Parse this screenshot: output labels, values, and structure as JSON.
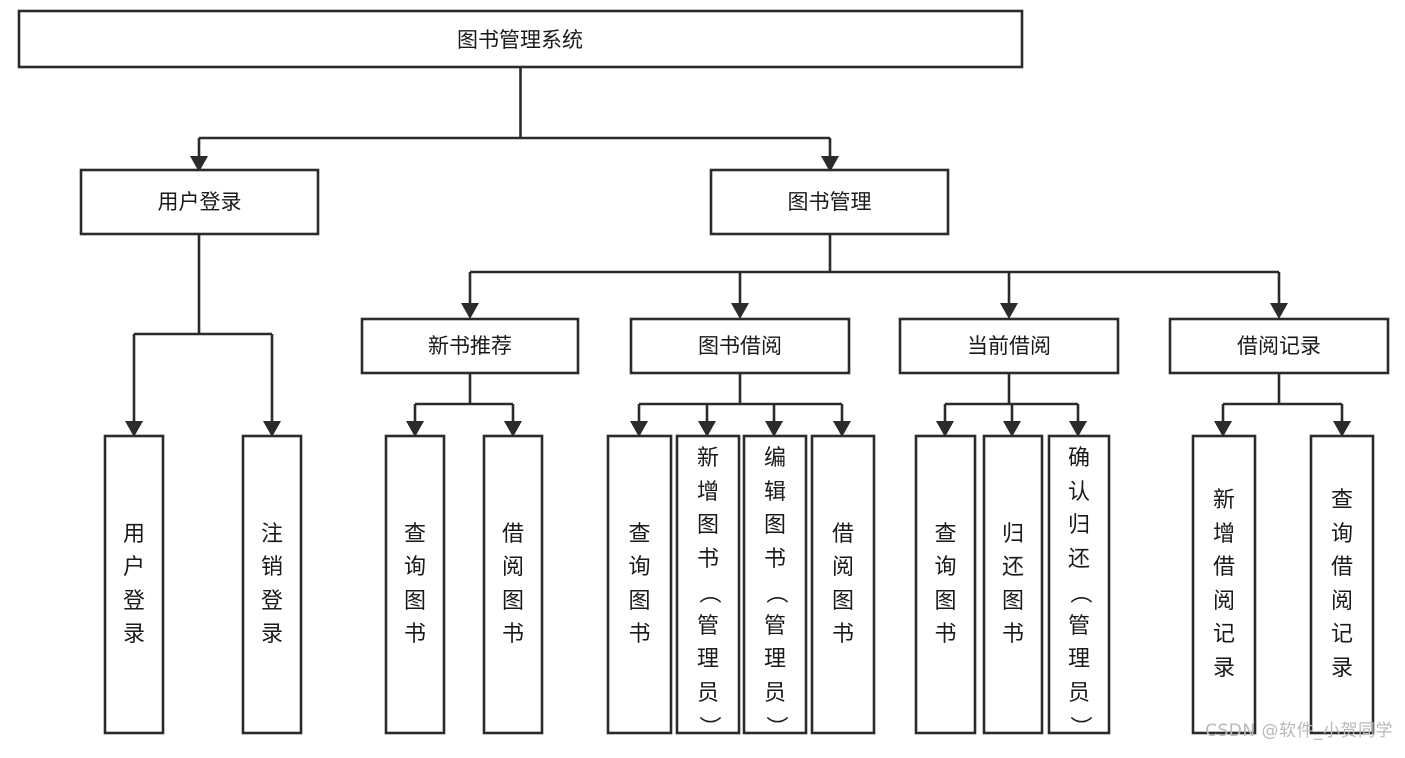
{
  "diagram": {
    "type": "tree-hierarchy",
    "title": "图书管理系统",
    "watermark": "CSDN @软件_小贺同学",
    "colors": {
      "box_stroke": "#2b2b2b",
      "box_fill": "#ffffff",
      "text": "#1a1a1a",
      "background": "#ffffff",
      "watermark": "#b9b9b9"
    },
    "levels": [
      {
        "level": 1,
        "nodes": [
          {
            "id": "root",
            "label": "图书管理系统",
            "orientation": "horizontal"
          }
        ]
      },
      {
        "level": 2,
        "nodes": [
          {
            "id": "user-login",
            "label": "用户登录",
            "orientation": "horizontal",
            "parent": "root"
          },
          {
            "id": "book-manage",
            "label": "图书管理",
            "orientation": "horizontal",
            "parent": "root"
          }
        ]
      },
      {
        "level": 3,
        "nodes": [
          {
            "id": "new-book-rec",
            "label": "新书推荐",
            "orientation": "horizontal",
            "parent": "book-manage"
          },
          {
            "id": "book-borrow",
            "label": "图书借阅",
            "orientation": "horizontal",
            "parent": "book-manage"
          },
          {
            "id": "current-borrow",
            "label": "当前借阅",
            "orientation": "horizontal",
            "parent": "book-manage"
          },
          {
            "id": "borrow-record",
            "label": "借阅记录",
            "orientation": "horizontal",
            "parent": "book-manage"
          }
        ]
      },
      {
        "level": 4,
        "nodes": [
          {
            "id": "leaf-user-login",
            "label": "用户登录",
            "orientation": "vertical",
            "parent": "user-login"
          },
          {
            "id": "leaf-logout",
            "label": "注销登录",
            "orientation": "vertical",
            "parent": "user-login"
          },
          {
            "id": "leaf-query-book-1",
            "label": "查询图书",
            "orientation": "vertical",
            "parent": "new-book-rec"
          },
          {
            "id": "leaf-borrow-book-1",
            "label": "借阅图书",
            "orientation": "vertical",
            "parent": "new-book-rec"
          },
          {
            "id": "leaf-query-book-2",
            "label": "查询图书",
            "orientation": "vertical",
            "parent": "book-borrow"
          },
          {
            "id": "leaf-add-book",
            "label": "新增图书（管理员）",
            "orientation": "vertical",
            "parent": "book-borrow"
          },
          {
            "id": "leaf-edit-book",
            "label": "编辑图书（管理员）",
            "orientation": "vertical",
            "parent": "book-borrow"
          },
          {
            "id": "leaf-borrow-book-2",
            "label": "借阅图书",
            "orientation": "vertical",
            "parent": "book-borrow"
          },
          {
            "id": "leaf-query-book-3",
            "label": "查询图书",
            "orientation": "vertical",
            "parent": "current-borrow"
          },
          {
            "id": "leaf-return-book",
            "label": "归还图书",
            "orientation": "vertical",
            "parent": "current-borrow"
          },
          {
            "id": "leaf-confirm-return",
            "label": "确认归还（管理员）",
            "orientation": "vertical",
            "parent": "current-borrow"
          },
          {
            "id": "leaf-add-record",
            "label": "新增借阅记录",
            "orientation": "vertical",
            "parent": "borrow-record"
          },
          {
            "id": "leaf-query-record",
            "label": "查询借阅记录",
            "orientation": "vertical",
            "parent": "borrow-record"
          }
        ]
      }
    ]
  }
}
